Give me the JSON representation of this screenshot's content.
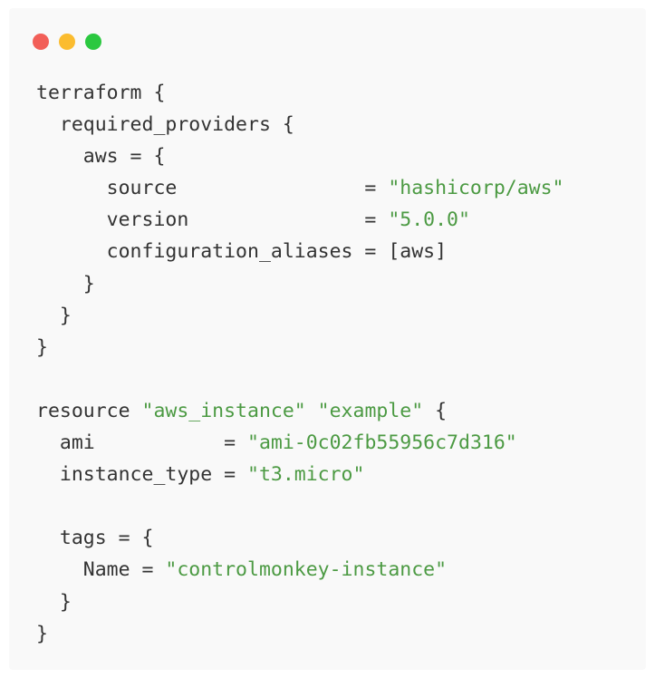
{
  "window": {
    "controls": [
      {
        "name": "close",
        "color": "#f25f58"
      },
      {
        "name": "minimize",
        "color": "#fbbc2f"
      },
      {
        "name": "zoom",
        "color": "#2bc840"
      }
    ]
  },
  "code": {
    "lines": [
      [
        {
          "t": "plain",
          "v": "terraform {"
        }
      ],
      [
        {
          "t": "plain",
          "v": "  required_providers {"
        }
      ],
      [
        {
          "t": "plain",
          "v": "    aws = {"
        }
      ],
      [
        {
          "t": "plain",
          "v": "      source                = "
        },
        {
          "t": "str",
          "v": "\"hashicorp/aws\""
        }
      ],
      [
        {
          "t": "plain",
          "v": "      version               = "
        },
        {
          "t": "str",
          "v": "\"5.0.0\""
        }
      ],
      [
        {
          "t": "plain",
          "v": "      configuration_aliases = [aws]"
        }
      ],
      [
        {
          "t": "plain",
          "v": "    }"
        }
      ],
      [
        {
          "t": "plain",
          "v": "  }"
        }
      ],
      [
        {
          "t": "plain",
          "v": "}"
        }
      ],
      [],
      [
        {
          "t": "plain",
          "v": "resource "
        },
        {
          "t": "str",
          "v": "\"aws_instance\""
        },
        {
          "t": "plain",
          "v": " "
        },
        {
          "t": "str",
          "v": "\"example\""
        },
        {
          "t": "plain",
          "v": " {"
        }
      ],
      [
        {
          "t": "plain",
          "v": "  ami           = "
        },
        {
          "t": "str",
          "v": "\"ami-0c02fb55956c7d316\""
        }
      ],
      [
        {
          "t": "plain",
          "v": "  instance_type = "
        },
        {
          "t": "str",
          "v": "\"t3.micro\""
        }
      ],
      [],
      [
        {
          "t": "plain",
          "v": "  tags = {"
        }
      ],
      [
        {
          "t": "plain",
          "v": "    Name = "
        },
        {
          "t": "str",
          "v": "\"controlmonkey-instance\""
        }
      ],
      [
        {
          "t": "plain",
          "v": "  }"
        }
      ],
      [
        {
          "t": "plain",
          "v": "}"
        }
      ]
    ]
  }
}
